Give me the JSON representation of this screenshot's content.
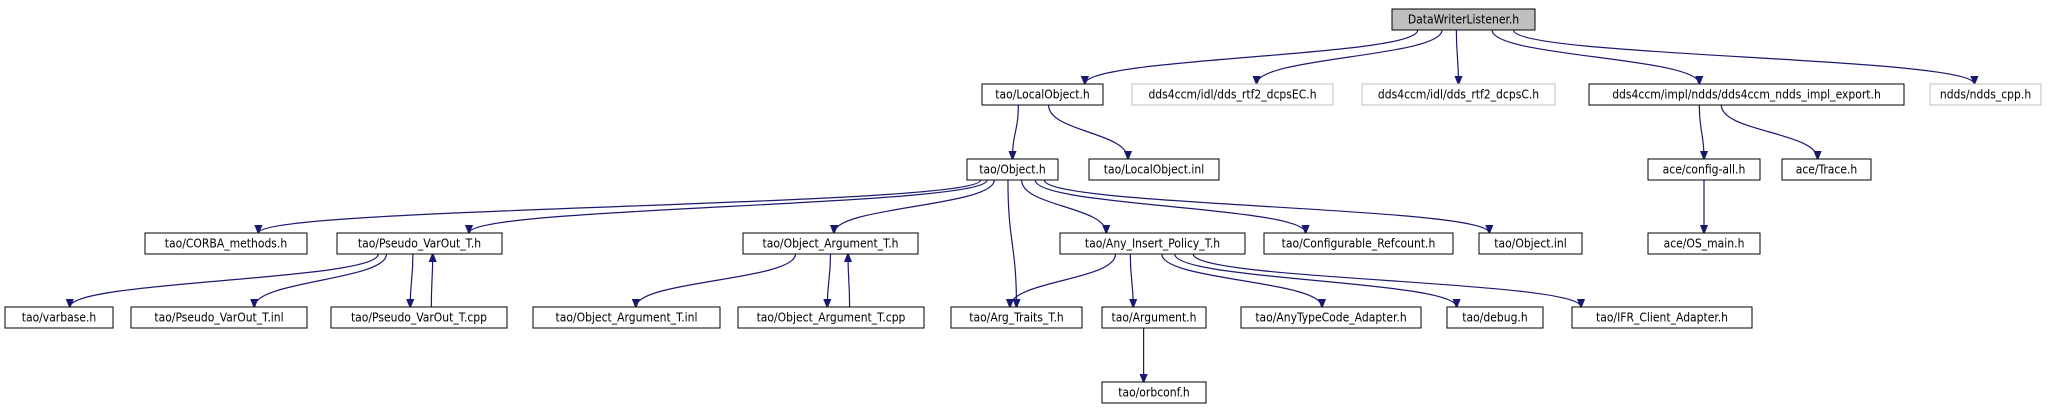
{
  "diagram": {
    "nodes": [
      {
        "id": "root",
        "label": "DataWriterListener.h",
        "style": "root"
      },
      {
        "id": "localobject_h",
        "label": "tao/LocalObject.h",
        "style": "normal"
      },
      {
        "id": "rtf2_dcpsec",
        "label": "dds4ccm/idl/dds_rtf2_dcpsEC.h",
        "style": "missing"
      },
      {
        "id": "rtf2_dcpsc",
        "label": "dds4ccm/idl/dds_rtf2_dcpsC.h",
        "style": "missing"
      },
      {
        "id": "ndds_export",
        "label": "dds4ccm/impl/ndds/dds4ccm_ndds_impl_export.h",
        "style": "normal"
      },
      {
        "id": "ndds_cpp",
        "label": "ndds/ndds_cpp.h",
        "style": "missing"
      },
      {
        "id": "object_h",
        "label": "tao/Object.h",
        "style": "normal"
      },
      {
        "id": "localobject_inl",
        "label": "tao/LocalObject.inl",
        "style": "normal"
      },
      {
        "id": "config_all",
        "label": "ace/config-all.h",
        "style": "normal"
      },
      {
        "id": "trace_h",
        "label": "ace/Trace.h",
        "style": "normal"
      },
      {
        "id": "corba_methods",
        "label": "tao/CORBA_methods.h",
        "style": "normal"
      },
      {
        "id": "pseudo_varout_h",
        "label": "tao/Pseudo_VarOut_T.h",
        "style": "normal"
      },
      {
        "id": "object_argument_h",
        "label": "tao/Object_Argument_T.h",
        "style": "normal"
      },
      {
        "id": "any_insert_policy",
        "label": "tao/Any_Insert_Policy_T.h",
        "style": "normal"
      },
      {
        "id": "configurable_refcount",
        "label": "tao/Configurable_Refcount.h",
        "style": "normal"
      },
      {
        "id": "object_inl",
        "label": "tao/Object.inl",
        "style": "normal"
      },
      {
        "id": "os_main",
        "label": "ace/OS_main.h",
        "style": "normal"
      },
      {
        "id": "varbase",
        "label": "tao/varbase.h",
        "style": "normal"
      },
      {
        "id": "pseudo_varout_inl",
        "label": "tao/Pseudo_VarOut_T.inl",
        "style": "normal"
      },
      {
        "id": "pseudo_varout_cpp",
        "label": "tao/Pseudo_VarOut_T.cpp",
        "style": "normal"
      },
      {
        "id": "object_argument_inl",
        "label": "tao/Object_Argument_T.inl",
        "style": "normal"
      },
      {
        "id": "object_argument_cpp",
        "label": "tao/Object_Argument_T.cpp",
        "style": "normal"
      },
      {
        "id": "arg_traits",
        "label": "tao/Arg_Traits_T.h",
        "style": "normal"
      },
      {
        "id": "argument_h",
        "label": "tao/Argument.h",
        "style": "normal"
      },
      {
        "id": "anytypecode_adapter",
        "label": "tao/AnyTypeCode_Adapter.h",
        "style": "normal"
      },
      {
        "id": "debug_h",
        "label": "tao/debug.h",
        "style": "normal"
      },
      {
        "id": "ifr_client_adapter",
        "label": "tao/IFR_Client_Adapter.h",
        "style": "normal"
      },
      {
        "id": "orbconf",
        "label": "tao/orbconf.h",
        "style": "normal"
      }
    ],
    "edges": [
      {
        "from": "root",
        "to": "localobject_h"
      },
      {
        "from": "root",
        "to": "rtf2_dcpsec"
      },
      {
        "from": "root",
        "to": "rtf2_dcpsc"
      },
      {
        "from": "root",
        "to": "ndds_export"
      },
      {
        "from": "root",
        "to": "ndds_cpp"
      },
      {
        "from": "localobject_h",
        "to": "object_h"
      },
      {
        "from": "localobject_h",
        "to": "localobject_inl"
      },
      {
        "from": "ndds_export",
        "to": "config_all"
      },
      {
        "from": "ndds_export",
        "to": "trace_h"
      },
      {
        "from": "config_all",
        "to": "os_main"
      },
      {
        "from": "object_h",
        "to": "corba_methods"
      },
      {
        "from": "object_h",
        "to": "pseudo_varout_h"
      },
      {
        "from": "object_h",
        "to": "object_argument_h"
      },
      {
        "from": "object_h",
        "to": "arg_traits"
      },
      {
        "from": "object_h",
        "to": "any_insert_policy"
      },
      {
        "from": "object_h",
        "to": "configurable_refcount"
      },
      {
        "from": "object_h",
        "to": "object_inl"
      },
      {
        "from": "pseudo_varout_h",
        "to": "varbase"
      },
      {
        "from": "pseudo_varout_h",
        "to": "pseudo_varout_inl"
      },
      {
        "from": "pseudo_varout_h",
        "to": "pseudo_varout_cpp"
      },
      {
        "from": "pseudo_varout_cpp",
        "to": "pseudo_varout_h"
      },
      {
        "from": "object_argument_h",
        "to": "object_argument_inl"
      },
      {
        "from": "object_argument_h",
        "to": "object_argument_cpp"
      },
      {
        "from": "object_argument_cpp",
        "to": "object_argument_h"
      },
      {
        "from": "any_insert_policy",
        "to": "arg_traits"
      },
      {
        "from": "any_insert_policy",
        "to": "argument_h"
      },
      {
        "from": "any_insert_policy",
        "to": "anytypecode_adapter"
      },
      {
        "from": "any_insert_policy",
        "to": "debug_h"
      },
      {
        "from": "any_insert_policy",
        "to": "ifr_client_adapter"
      },
      {
        "from": "argument_h",
        "to": "orbconf"
      }
    ]
  }
}
